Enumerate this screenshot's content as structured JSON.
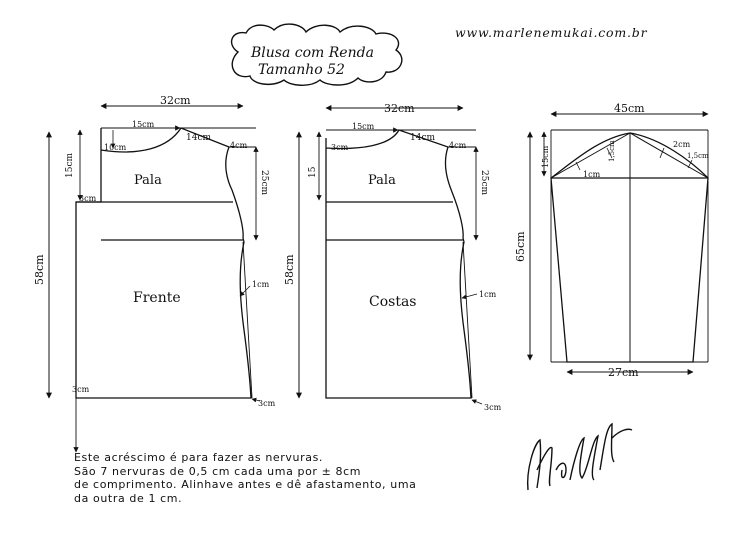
{
  "header": {
    "title_line1": "Blusa com Renda",
    "title_line2": "Tamanho 52",
    "website": "www.marlenemukai.com.br"
  },
  "front": {
    "width_top": "32cm",
    "shoulder_offset": "15cm",
    "shoulder_len": "14cm",
    "neck_depth": "10cm",
    "shoulder_drop": "4cm",
    "yoke_height": "15cm",
    "armhole_depth": "25cm",
    "yoke_label": "Pala",
    "piece_label": "Frente",
    "side_offset_top": "3cm",
    "side_offset_bottom": "3cm",
    "length": "58cm",
    "waist_in": "1cm",
    "hem_out": "3cm"
  },
  "back": {
    "width_top": "32cm",
    "shoulder_offset": "15cm",
    "shoulder_len": "14cm",
    "neck_depth": "3cm",
    "shoulder_drop": "4cm",
    "yoke_height": "15",
    "armhole_depth": "25cm",
    "yoke_label": "Pala",
    "piece_label": "Costas",
    "length": "58cm",
    "waist_in": "1cm",
    "hem_out": "3cm"
  },
  "sleeve": {
    "width_top": "45cm",
    "cap_height": "15cm",
    "front_curve": "2cm",
    "back_curve": "1,5cm",
    "cap_mark": "1cm",
    "center_mark": "1,5cm",
    "length": "65cm",
    "width_bottom": "27cm"
  },
  "note": {
    "line1": "Este acréscimo é para fazer as nervuras.",
    "line2": "São 7 nervuras de 0,5 cm cada uma por ± 8cm",
    "line3": "de comprimento. Alinhave antes e dê afastamento, uma",
    "line4": "da outra de 1 cm."
  },
  "signature": "MarleneMukai"
}
